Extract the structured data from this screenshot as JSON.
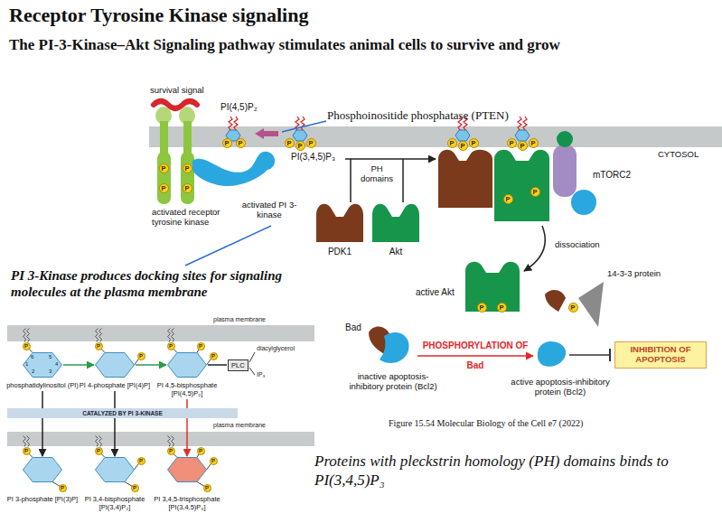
{
  "diagram": {
    "title": "Receptor Tyrosine Kinase signaling",
    "caption": "Figure 15.54 Molecular Biology of the Cell e7 (2022)",
    "nodes": [
      {
        "text": [
          "INHIBITION OF APOPTOSIS"
        ]
      },
      {
        "text": [
          "phosphatidylinositol (PI)",
          "6",
          "5",
          "4",
          "3",
          "2",
          "1"
        ]
      },
      {
        "text": [
          "PI 4-phosphate [PI(4)P]"
        ]
      },
      {
        "text": [
          "PI 4,5-bisphosphate [PI(4,5)P₂]"
        ]
      },
      {
        "text": [
          "PLC"
        ]
      },
      {
        "text": [
          "CATALYZED BY PI 3-KINASE"
        ]
      },
      {
        "text": [
          "PI 3-phosphate [PI(3)P]"
        ]
      },
      {
        "text": [
          "PI 3,4-bisphosphate [PI(3,4)P₂]"
        ]
      },
      {
        "text": [
          "PI 3,4,5-trisphosphate [PI(3,4,5)P₃]"
        ]
      }
    ],
    "edges": [
      {
        "from": 1,
        "to": 2,
        "arrow": "to"
      },
      {
        "from": 2,
        "to": 3,
        "arrow": "to"
      },
      {
        "from": 3,
        "to": 4,
        "arrow": "none"
      },
      {
        "from": 1,
        "to": 6,
        "arrow": "to"
      },
      {
        "from": 2,
        "to": 7,
        "arrow": "to"
      },
      {
        "from": 3,
        "to": 8,
        "arrow": "to"
      }
    ],
    "labels": [
      "The PI-3-Kinase–Akt Signaling pathway stimulates animal cells to survive and grow",
      "survival signal",
      "PI(4,5)P₂",
      "Phosphoinositide phosphatase (PTEN)",
      "CYTOSOL",
      "PI(3,4,5)P₃",
      "PH domains",
      "activated receptor tyrosine kinase",
      "activated PI 3-kinase",
      "PDK1",
      "Akt",
      "mTORC2",
      "dissociation",
      "14-3-3 protein",
      "active Akt",
      "Bad",
      "PHOSPHORYLATION OF Bad",
      "inactive apoptosis-inhibitory protein (Bcl2)",
      "active apoptosis-inhibitory protein (Bcl2)",
      "PI 3-Kinase produces docking sites for signaling molecules at the plasma membrane",
      "plasma membrane",
      "diacylglycerol",
      "IP₃",
      "plasma membrane",
      "Proteins with pleckstrin homology (PH) domains binds to PI(3,4,5)P₃",
      "P",
      "P",
      "P",
      "P",
      "P",
      "P",
      "P",
      "P",
      "P",
      "P",
      "P",
      "P",
      "P",
      "P",
      "P",
      "P",
      "P",
      "P",
      "P",
      "P",
      "P",
      "P",
      "P",
      "P",
      "P",
      "P",
      "P",
      "P",
      "P",
      "P",
      "P",
      "P",
      "P",
      "P",
      "P"
    ]
  }
}
